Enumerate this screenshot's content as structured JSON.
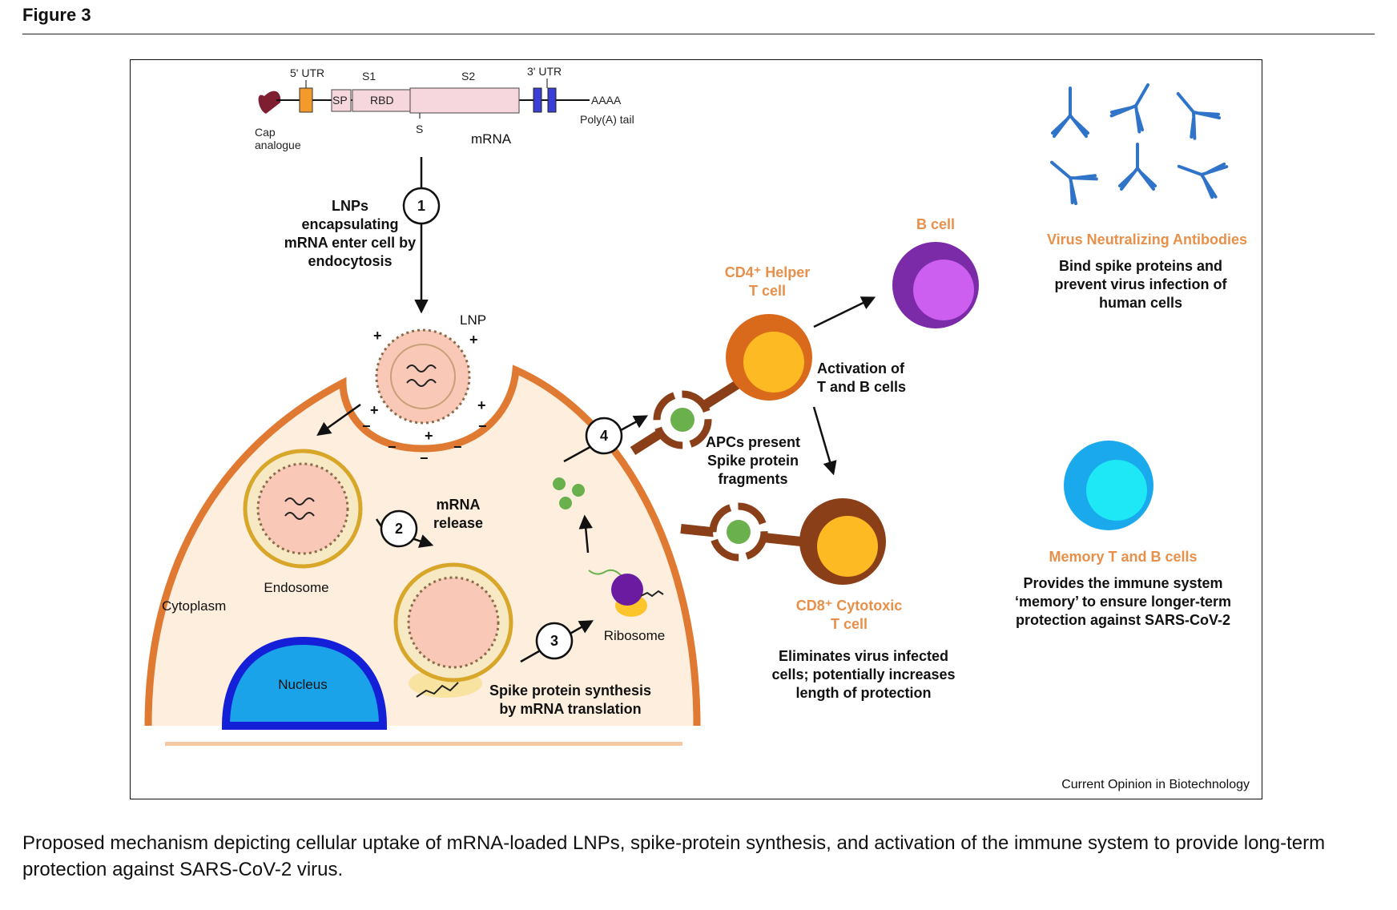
{
  "figure": {
    "title": "Figure 3",
    "caption": "Proposed mechanism depicting cellular uptake of mRNA-loaded LNPs, spike-protein synthesis, and activation of the immune system to provide long-term protection against SARS-CoV-2 virus.",
    "credit": "Current Opinion in Biotechnology"
  },
  "mrna_construct": {
    "utr5": "5' UTR",
    "s1": "S1",
    "s2": "S2",
    "utr3": "3' UTR",
    "sp": "SP",
    "rbd": "RBD",
    "s": "S",
    "polya": "AAAA",
    "polya_label": "Poly(A) tail",
    "cap_line1": "Cap",
    "cap_line2": "analogue",
    "mrna": "mRNA"
  },
  "steps": {
    "step1": {
      "num": "1",
      "line1": "LNPs",
      "line2": "encapsulating",
      "line3": "mRNA enter cell by",
      "line4": "endocytosis"
    },
    "step2": {
      "num": "2",
      "line1": "mRNA",
      "line2": "release"
    },
    "step3": {
      "num": "3",
      "line1": "Spike protein synthesis",
      "line2": "by mRNA translation"
    },
    "step4": {
      "num": "4"
    }
  },
  "cell_labels": {
    "lnp": "LNP",
    "endosome": "Endosome",
    "cytoplasm": "Cytoplasm",
    "nucleus": "Nucleus",
    "ribosome": "Ribosome"
  },
  "apc": {
    "line1": "APCs present",
    "line2": "Spike protein",
    "line3": "fragments"
  },
  "cd4": {
    "line1": "CD4⁺ Helper",
    "line2": "T cell"
  },
  "activation": {
    "line1": "Activation of",
    "line2": "T and B cells"
  },
  "bcell": {
    "label": "B cell"
  },
  "cd8": {
    "line1": "CD8⁺ Cytotoxic",
    "line2": "T cell",
    "desc1": "Eliminates virus infected",
    "desc2": "cells; potentially increases",
    "desc3": "length of protection"
  },
  "antibodies": {
    "title": "Virus Neutralizing Antibodies",
    "desc1": "Bind spike proteins and",
    "desc2": "prevent virus infection of",
    "desc3": "human cells"
  },
  "memory": {
    "title": "Memory T and B cells",
    "desc1": "Provides the immune system",
    "desc2": "‘memory’ to ensure longer-term",
    "desc3": "protection against SARS-CoV-2"
  },
  "signs": {
    "plus": "+",
    "minus": "−"
  },
  "colors": {
    "orange": "#e8904a",
    "cell_fill": "#fdeedd",
    "cell_border": "#e07a32",
    "nucleus_blue": "#1aa3e8",
    "nucleus_ring": "#1420d8",
    "apc_brown": "#8b3f18",
    "tcell_orange": "#d96a1c",
    "tcell_yellow": "#fdba22",
    "bcell_outer": "#7b2ba8",
    "bcell_inner": "#cc5ef0",
    "memory_outer": "#19a9ec",
    "memory_inner": "#1ee8f6",
    "antibody_blue": "#2f74c8",
    "green": "#6ab04c"
  }
}
